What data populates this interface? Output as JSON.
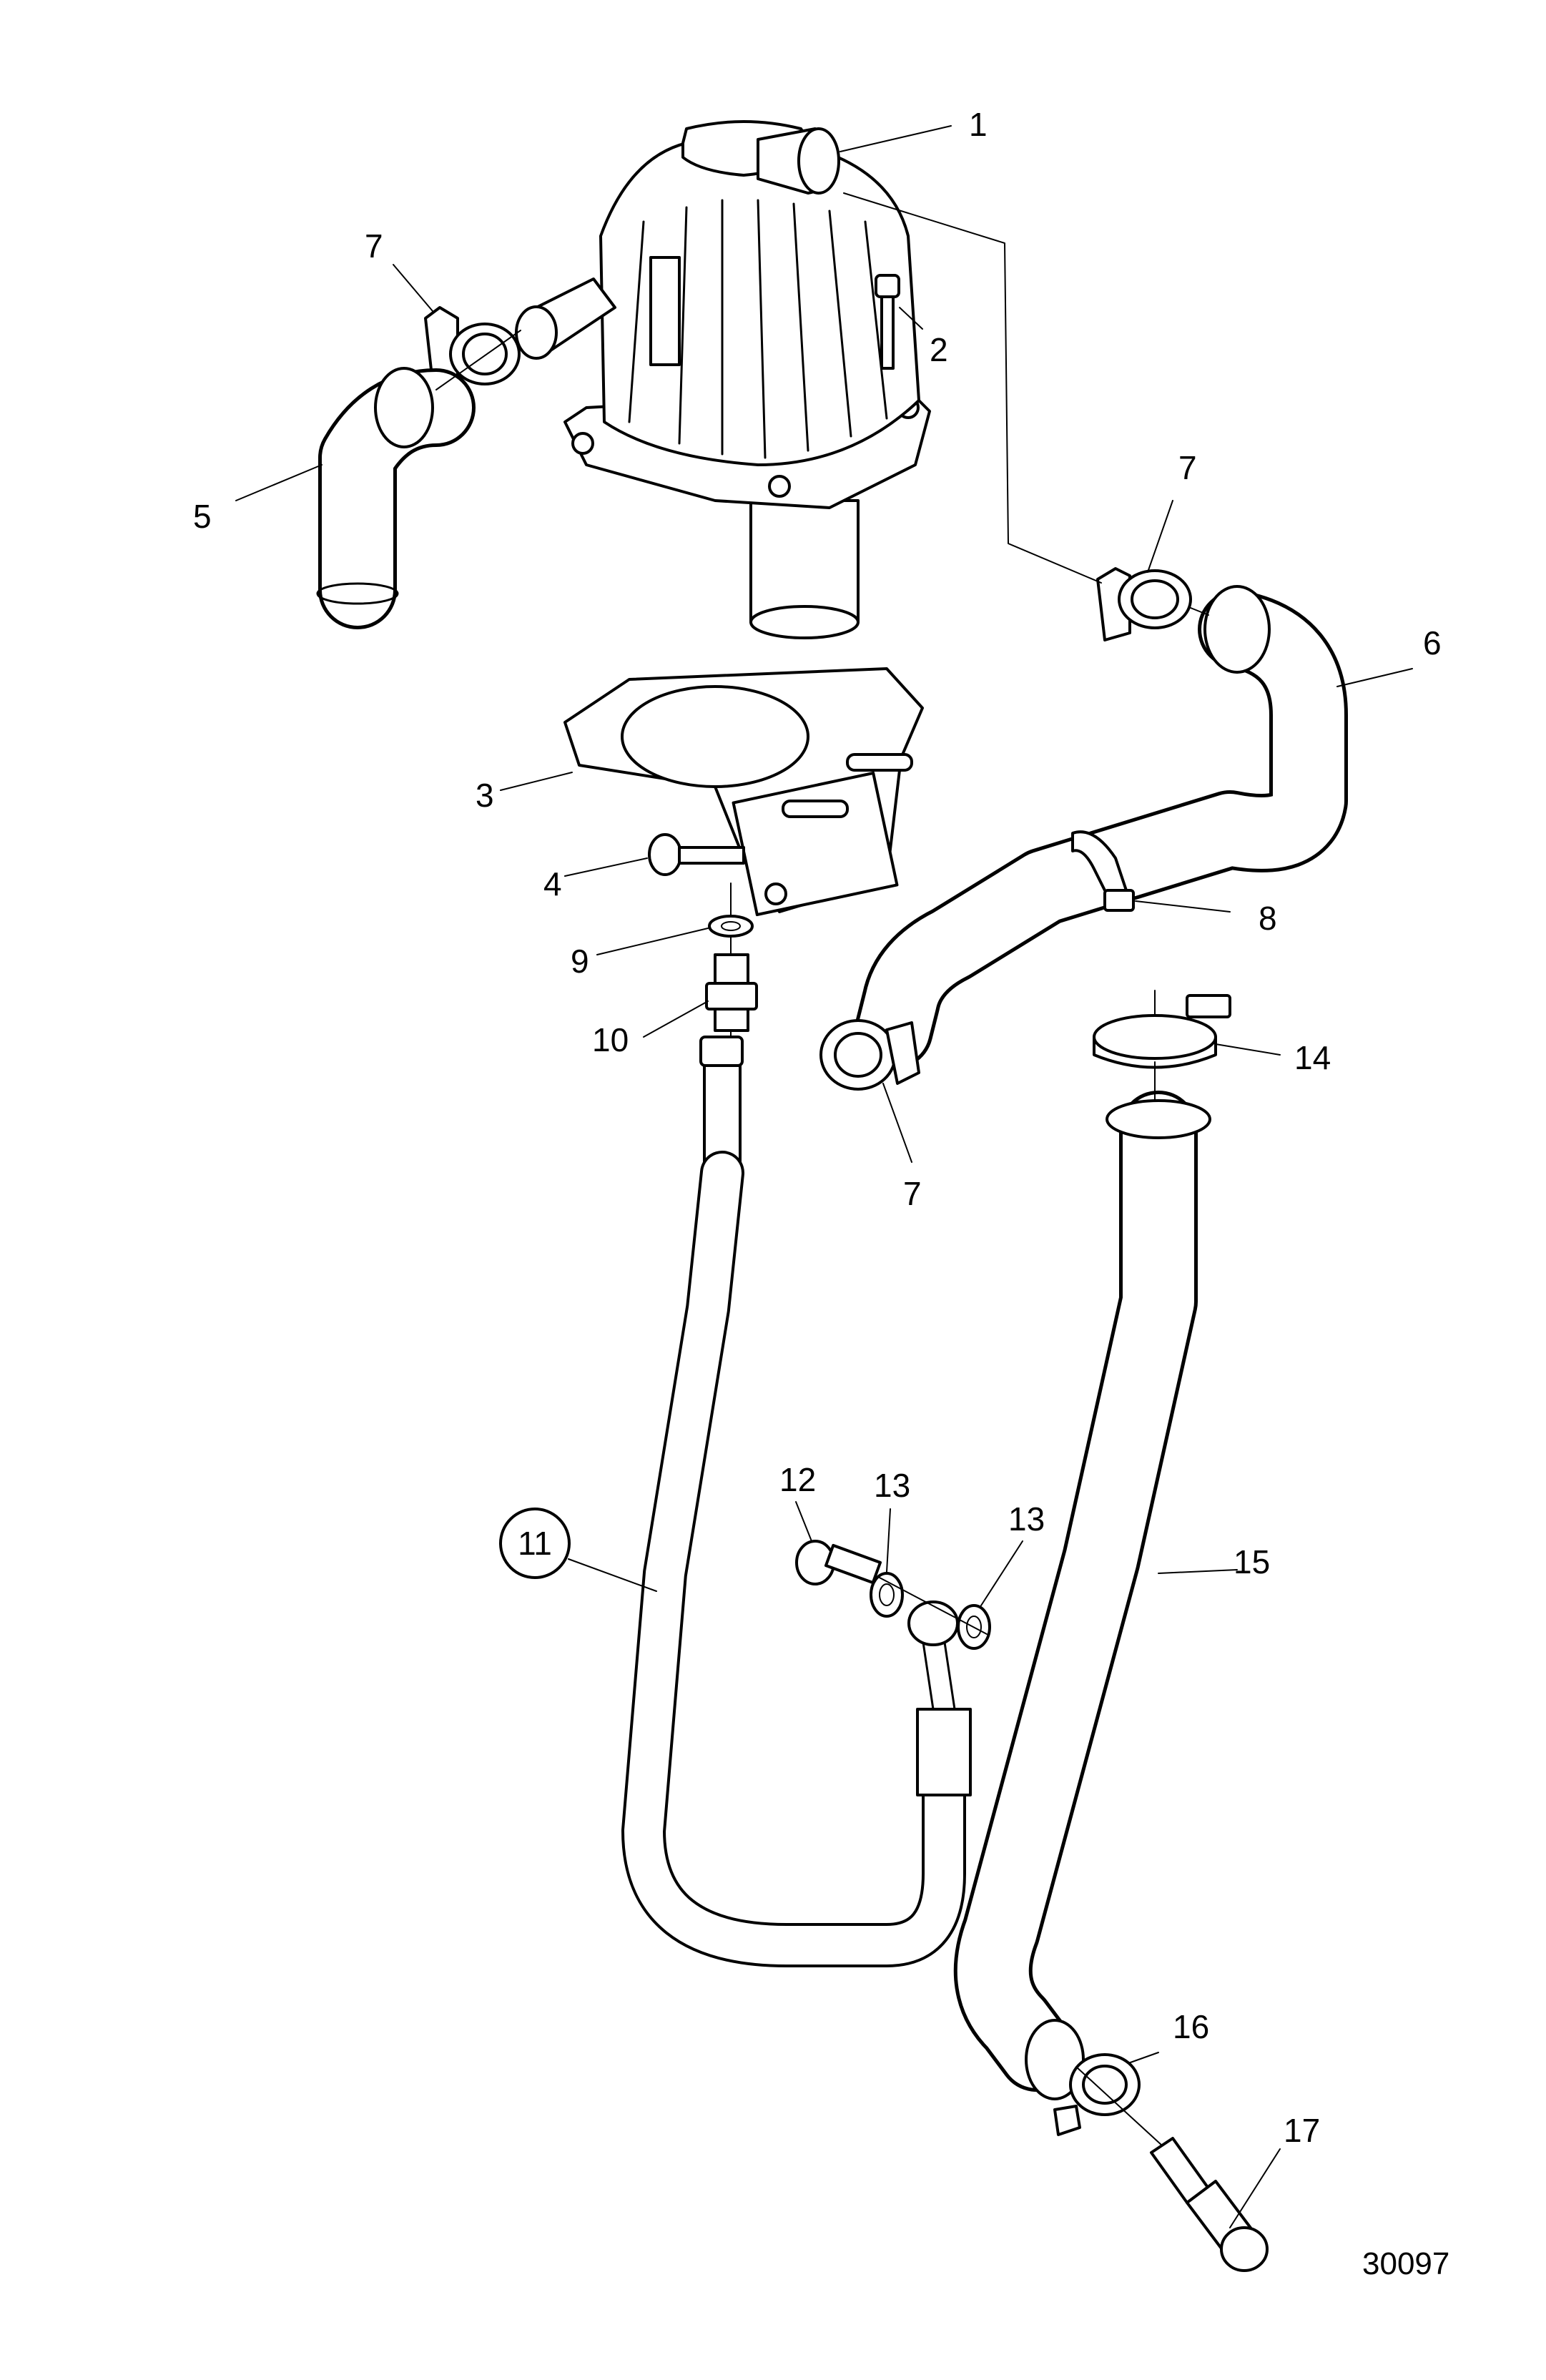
{
  "callouts": [
    {
      "id": "c1",
      "text": "1"
    },
    {
      "id": "c2",
      "text": "2"
    },
    {
      "id": "c3",
      "text": "3"
    },
    {
      "id": "c4",
      "text": "4"
    },
    {
      "id": "c5",
      "text": "5"
    },
    {
      "id": "c6",
      "text": "6"
    },
    {
      "id": "c7a",
      "text": "7"
    },
    {
      "id": "c7b",
      "text": "7"
    },
    {
      "id": "c7c",
      "text": "7"
    },
    {
      "id": "c8",
      "text": "8"
    },
    {
      "id": "c9",
      "text": "9"
    },
    {
      "id": "c10",
      "text": "10"
    },
    {
      "id": "c11",
      "text": "11"
    },
    {
      "id": "c12",
      "text": "12"
    },
    {
      "id": "c13a",
      "text": "13"
    },
    {
      "id": "c13b",
      "text": "13"
    },
    {
      "id": "c14",
      "text": "14"
    },
    {
      "id": "c15",
      "text": "15"
    },
    {
      "id": "c16",
      "text": "16"
    },
    {
      "id": "c17",
      "text": "17"
    }
  ],
  "reference_number": "30097"
}
